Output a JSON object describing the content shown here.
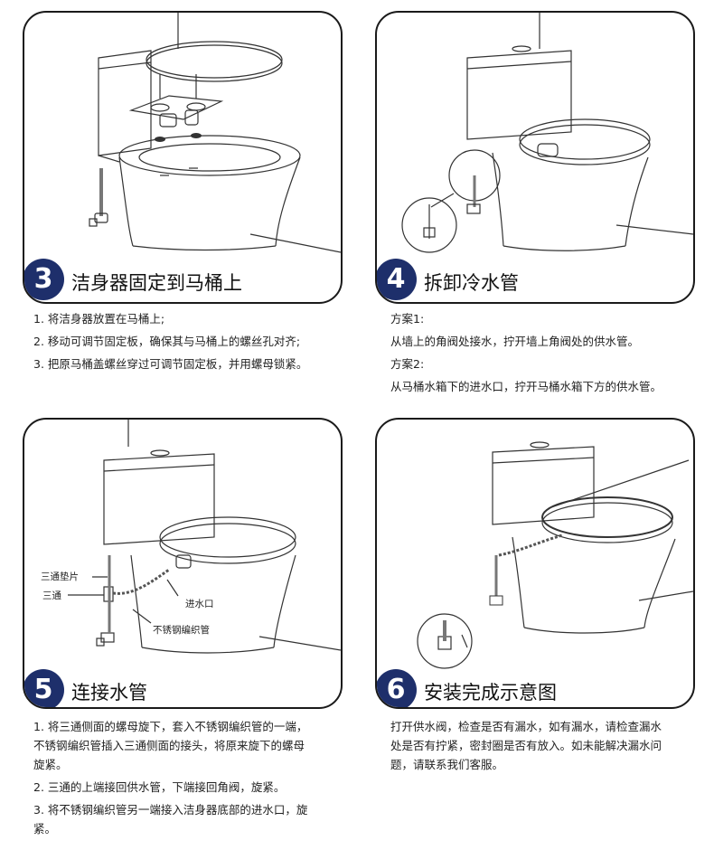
{
  "steps": [
    {
      "number": "3",
      "title": "洁身器固定到马桶上",
      "lines": [
        "1. 将洁身器放置在马桶上;",
        "2. 移动可调节固定板，确保其与马桶上的螺丝孔对齐;",
        "3. 把原马桶盖螺丝穿过可调节固定板，并用螺母锁紧。"
      ]
    },
    {
      "number": "4",
      "title": "拆卸冷水管",
      "lines": [
        "方案1:",
        "从墙上的角阀处接水，拧开墙上角阀处的供水管。",
        "方案2:",
        "从马桶水箱下的进水口，拧开马桶水箱下方的供水管。"
      ]
    },
    {
      "number": "5",
      "title": "连接水管",
      "lines": [
        "1. 将三通侧面的螺母旋下，套入不锈钢编织管的一端，",
        "不锈钢编织管插入三通侧面的接头，将原来旋下的螺母",
        "旋紧。",
        "2. 三通的上端接回供水管，下端接回角阀，旋紧。",
        "3. 将不锈钢编织管另一端接入洁身器底部的进水口，旋",
        "紧。"
      ],
      "callouts": {
        "tee_gasket": "三通垫片",
        "tee": "三通",
        "inlet": "进水口",
        "hose": "不锈钢编织管"
      }
    },
    {
      "number": "6",
      "title": "安装完成示意图",
      "lines": [
        "打开供水阀，检查是否有漏水，如有漏水，请检查漏水",
        "处是否有拧紧，密封圈是否有放入。如未能解决漏水问",
        "题，请联系我们客服。"
      ]
    }
  ],
  "colors": {
    "badge": "#1e2f6b",
    "border": "#1a1a1a",
    "line_art": "#333333"
  }
}
